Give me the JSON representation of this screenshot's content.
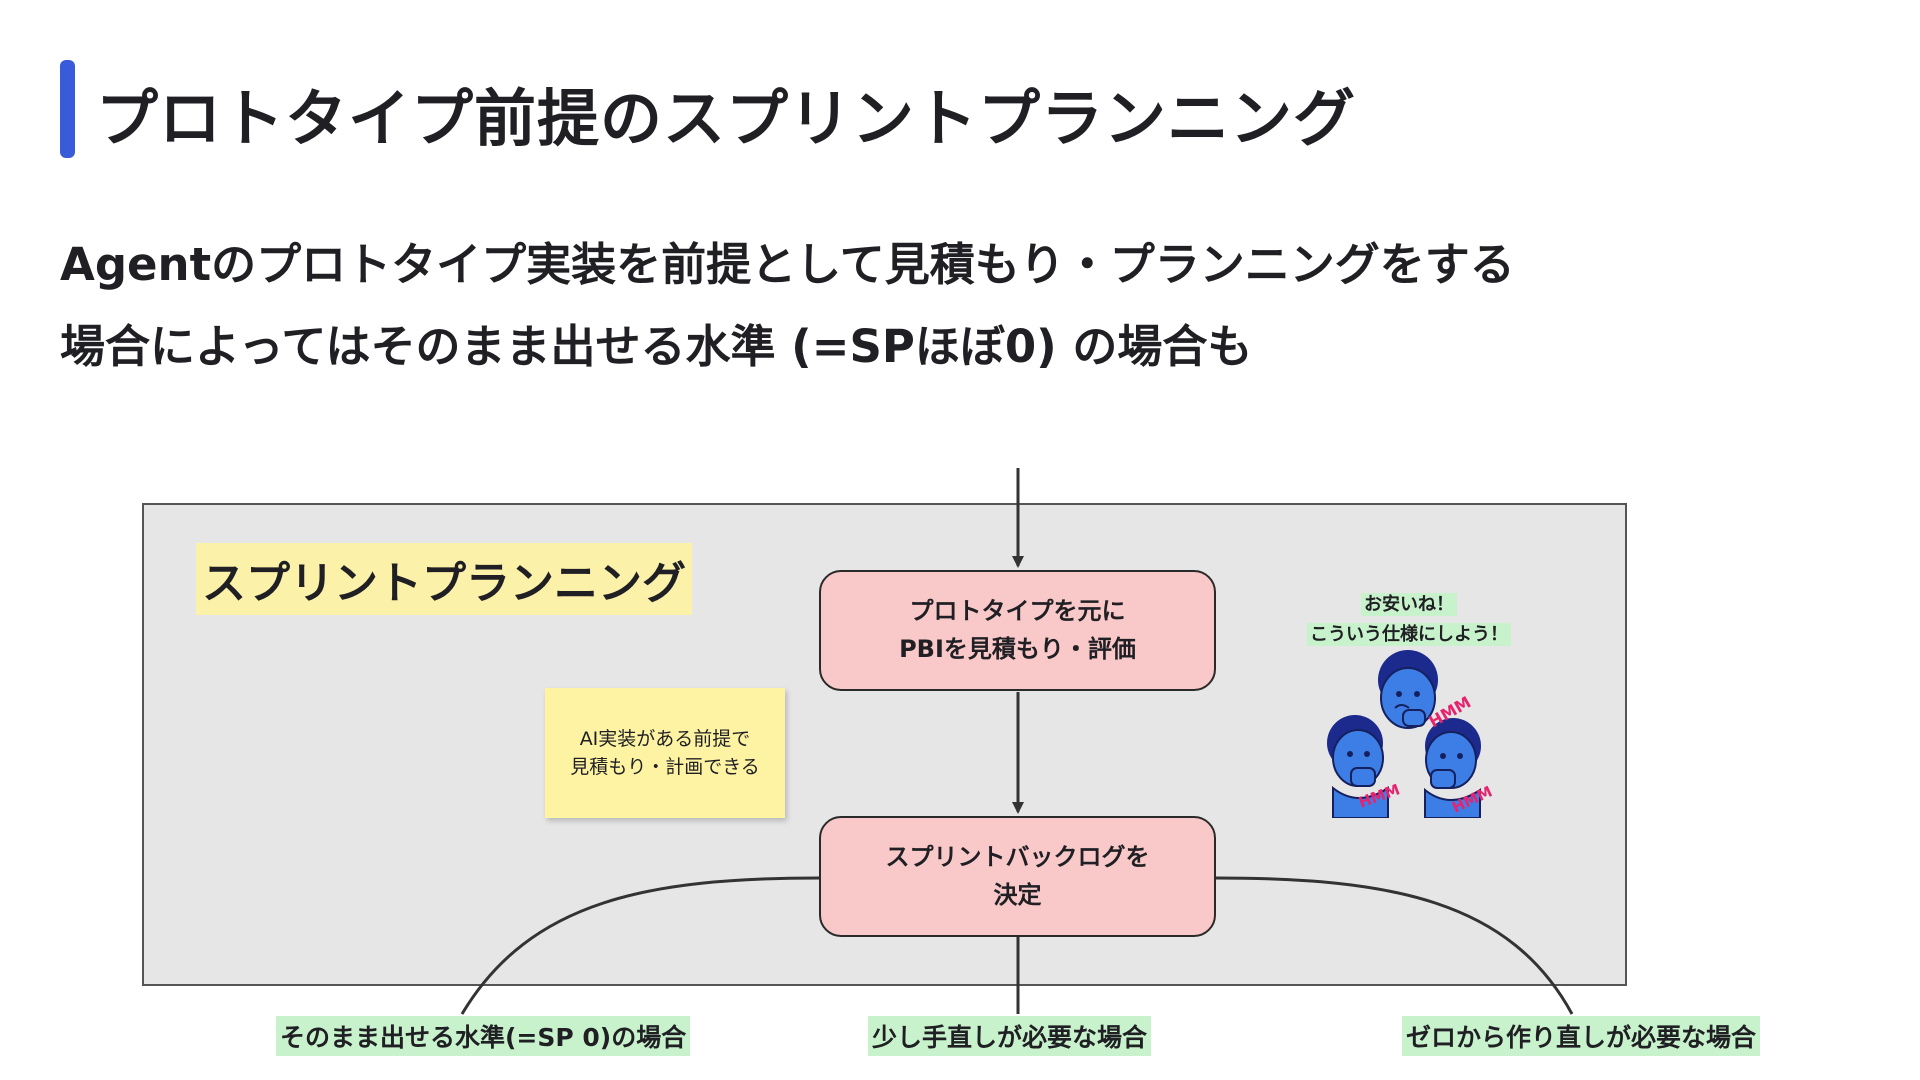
{
  "page": {
    "title": "プロトタイプ前提のスプリントプランニング",
    "lead_lines": [
      "Agentのプロトタイプ実装を前提として見積もり・プランニングをする",
      "場合によってはそのまま出せる水準 (=SPほぼ0) の場合も"
    ]
  },
  "diagram": {
    "panel_title": "スプリントプランニング",
    "process_top": "プロトタイプを元に\nPBIを見積もり・評価",
    "process_bottom": "スプリントバックログを\n決定",
    "sticky_note": "AI実装がある前提で\n見積もり・計画できる",
    "speech_lines": [
      "お安いね！",
      "こういう仕様にしよう！"
    ],
    "sticker_text": "HMM",
    "outcomes": {
      "left": "そのまま出せる水準(=SP 0)の場合",
      "middle": "少し手直しが必要な場合",
      "right": "ゼロから作り直しが必要な場合"
    }
  },
  "colors": {
    "accent": "#3a5bd9",
    "panel_bg": "#e6e6e6",
    "process_fill": "#f9c8c8",
    "sticky_fill": "#fdf3a2",
    "label_highlight": "#c8f2cc",
    "sticker_blue": "#3d7ee6",
    "sticker_pink": "#e5236f"
  },
  "icons": {
    "sticker": "thinking-faces-sticker"
  }
}
